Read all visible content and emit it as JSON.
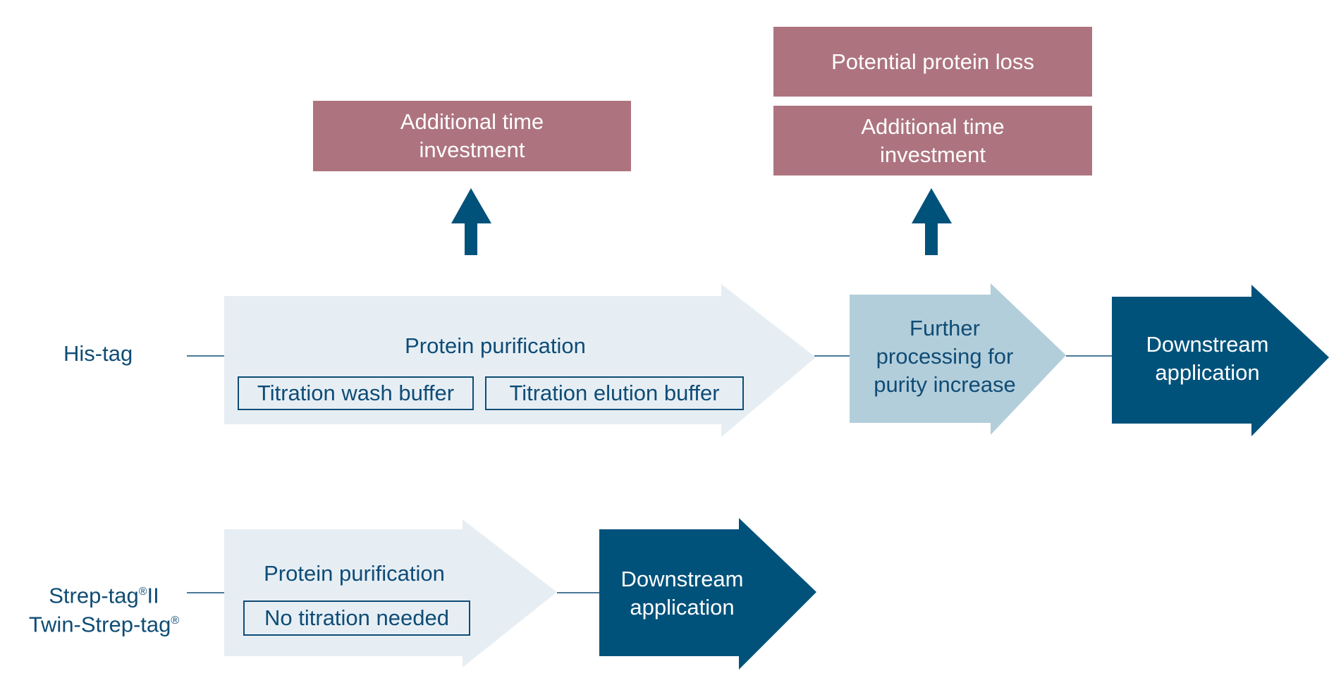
{
  "colors": {
    "mauve": "#ad747f",
    "dark_blue": "#00527b",
    "mid_blue": "#b3cedb",
    "light_blue": "#e6eef4",
    "text_blue": "#0f4c75"
  },
  "his_tag": {
    "label": "His-tag",
    "purification": {
      "title": "Protein purification",
      "wash_buffer": "Titration wash buffer",
      "elution_buffer": "Titration elution buffer"
    },
    "further_processing": {
      "line1": "Further",
      "line2": "processing for",
      "line3": "purity increase"
    },
    "downstream": {
      "line1": "Downstream",
      "line2": "application"
    },
    "consequence_1": {
      "line1": "Additional time",
      "line2": "investment"
    },
    "consequence_2": {
      "loss": "Potential protein loss",
      "time_line1": "Additional time",
      "time_line2": "investment"
    }
  },
  "strep_tag": {
    "label_line1": "Strep-tag",
    "label_line1_mark": "®",
    "label_line1_suffix": "II",
    "label_line2": "Twin-Strep-tag",
    "label_line2_mark": "®",
    "purification": {
      "title": "Protein purification",
      "note": "No titration needed"
    },
    "downstream": {
      "line1": "Downstream",
      "line2": "application"
    }
  }
}
